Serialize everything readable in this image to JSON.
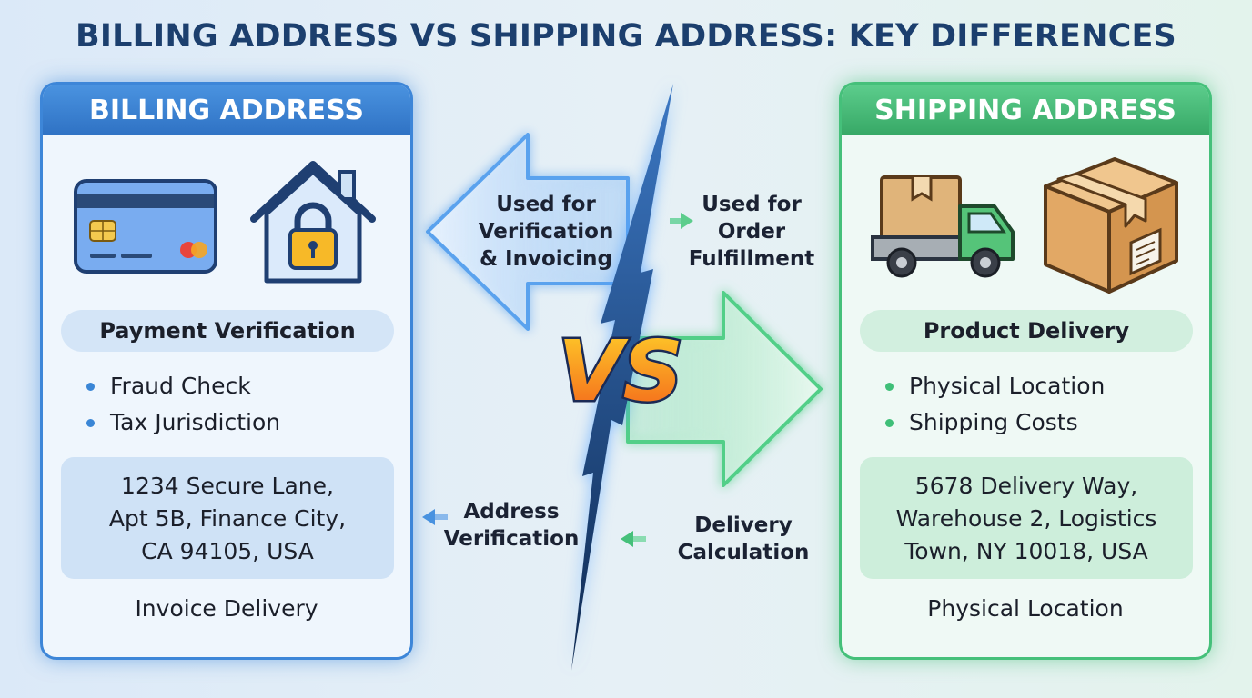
{
  "title": "BILLING ADDRESS VS SHIPPING ADDRESS: KEY DIFFERENCES",
  "vs_text": "VS",
  "billing": {
    "header": "BILLING ADDRESS",
    "icons": [
      "credit-card-icon",
      "house-lock-icon"
    ],
    "pill": "Payment Verification",
    "bullets": [
      "Fraud Check",
      "Tax Jurisdiction"
    ],
    "address_lines": [
      "1234 Secure Lane,",
      "Apt 5B, Finance City,",
      "CA 94105, USA"
    ],
    "footer": "Invoice Delivery",
    "accent": "#3d86d8"
  },
  "shipping": {
    "header": "SHIPPING ADDRESS",
    "icons": [
      "delivery-truck-icon",
      "package-box-icon"
    ],
    "pill": "Product Delivery",
    "bullets": [
      "Physical Location",
      "Shipping Costs"
    ],
    "address_lines": [
      "5678 Delivery Way,",
      "Warehouse 2, Logistics",
      "Town, NY 10018, USA"
    ],
    "footer": "Physical Location",
    "accent": "#45c07a"
  },
  "labels": {
    "verification_invoicing": [
      "Used for",
      "Verification",
      "& Invoicing"
    ],
    "order_fulfillment": [
      "Used for",
      "Order",
      "Fulfillment"
    ],
    "address_verification": [
      "Address",
      "Verification"
    ],
    "delivery_calculation": [
      "Delivery",
      "Calculation"
    ]
  }
}
